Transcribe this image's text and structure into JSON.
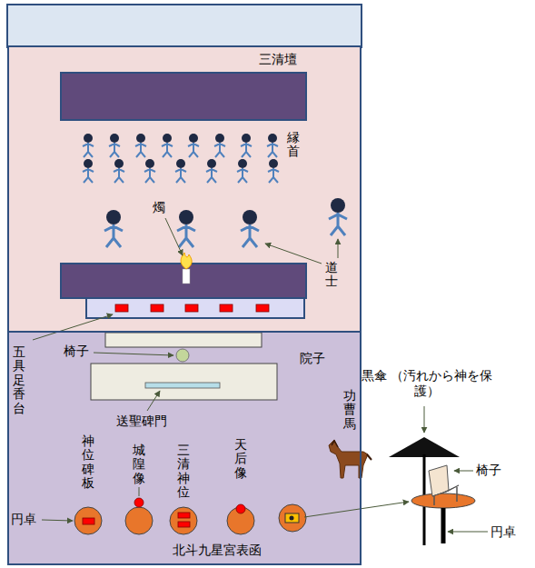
{
  "diagram": {
    "nodes": [
      {
        "text": [
          "三清壇"
        ]
      },
      {
        "text": [
          "院子"
        ]
      }
    ],
    "labels": [
      "縁首",
      "燭",
      "道士",
      "五具足香台",
      "椅子",
      "送聖碑門",
      "功曹馬",
      "黒傘 （汚れから神を保護）",
      "神位碑板",
      "城隍像",
      "三清神位",
      "天后像",
      "円卓",
      "北斗九星宮表函",
      "椅子",
      "円卓"
    ]
  }
}
